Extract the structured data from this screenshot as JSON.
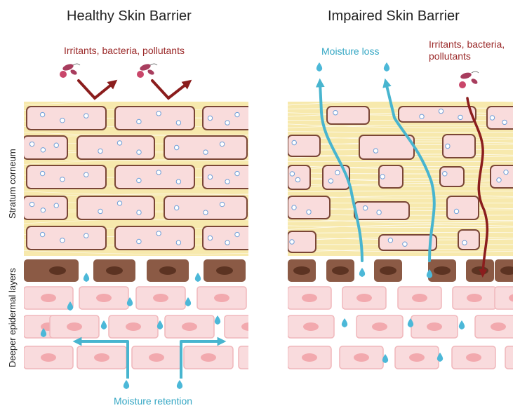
{
  "titles": {
    "healthy": "Healthy Skin Barrier",
    "impaired": "Impaired Skin Barrier"
  },
  "labels": {
    "irritants_left": "Irritants, bacteria, pollutants",
    "irritants_right_line1": "Irritants, bacteria,",
    "irritants_right_line2": "pollutants",
    "moisture_loss": "Moisture loss",
    "moisture_retention": "Moisture retention"
  },
  "axis_labels": {
    "stratum": "Stratum corneum",
    "deeper": "Deeper epidermal layers"
  },
  "colors": {
    "lipid": "#f7e9ad",
    "corneocyte_fill": "#f9dcdc",
    "corneocyte_stroke": "#7a4636",
    "granular_cell": "#8b5a45",
    "granular_nucleus": "#5c3322",
    "basal_cell": "#f9dbdd",
    "basal_stroke": "#f0b7bb",
    "basal_nucleus": "#f2a9ae",
    "droplet": "#4cb8d8",
    "moisture_arrow": "#48b5cf",
    "irritant_arrow": "#8b1d1d"
  }
}
